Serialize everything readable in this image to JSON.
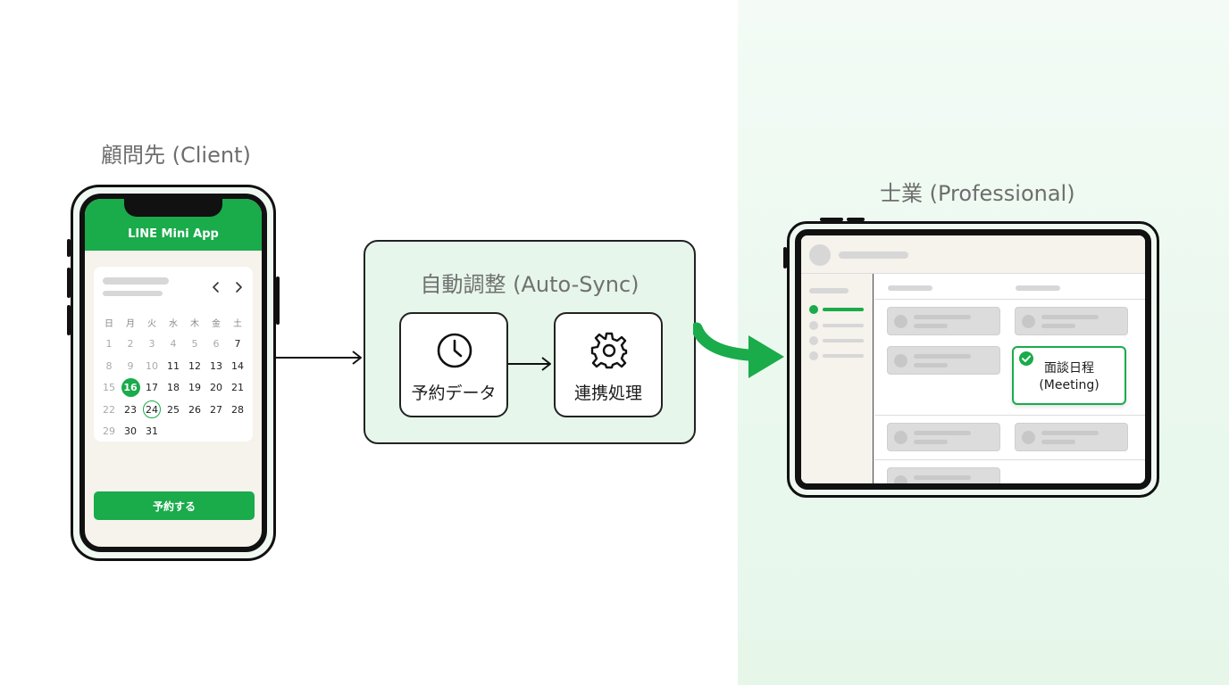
{
  "client": {
    "label": "顧問先 (Client)",
    "app_title": "LINE Mini App",
    "prev_icon": "chevron-left-icon",
    "next_icon": "chevron-right-icon",
    "weekdays": [
      "日",
      "月",
      "火",
      "水",
      "木",
      "金",
      "土"
    ],
    "days": [
      {
        "d": "1",
        "s": "muted"
      },
      {
        "d": "2",
        "s": "muted"
      },
      {
        "d": "3",
        "s": "muted"
      },
      {
        "d": "4",
        "s": "muted"
      },
      {
        "d": "5",
        "s": "muted"
      },
      {
        "d": "6",
        "s": "muted"
      },
      {
        "d": "7",
        "s": ""
      },
      {
        "d": "8",
        "s": "muted"
      },
      {
        "d": "9",
        "s": "muted"
      },
      {
        "d": "10",
        "s": "muted"
      },
      {
        "d": "11",
        "s": ""
      },
      {
        "d": "12",
        "s": ""
      },
      {
        "d": "13",
        "s": ""
      },
      {
        "d": "14",
        "s": ""
      },
      {
        "d": "15",
        "s": "muted"
      },
      {
        "d": "16",
        "s": "sel"
      },
      {
        "d": "17",
        "s": ""
      },
      {
        "d": "18",
        "s": ""
      },
      {
        "d": "19",
        "s": ""
      },
      {
        "d": "20",
        "s": ""
      },
      {
        "d": "21",
        "s": ""
      },
      {
        "d": "22",
        "s": "muted"
      },
      {
        "d": "23",
        "s": ""
      },
      {
        "d": "24",
        "s": "ring"
      },
      {
        "d": "25",
        "s": ""
      },
      {
        "d": "26",
        "s": ""
      },
      {
        "d": "27",
        "s": ""
      },
      {
        "d": "28",
        "s": ""
      },
      {
        "d": "29",
        "s": "muted"
      },
      {
        "d": "30",
        "s": ""
      },
      {
        "d": "31",
        "s": ""
      }
    ],
    "reserve_button": "予約する"
  },
  "sync": {
    "title": "自動調整 (Auto-Sync)",
    "data_box": {
      "label": "予約データ",
      "icon": "clock-icon"
    },
    "process_box": {
      "label": "連携処理",
      "icon": "gear-icon"
    }
  },
  "professional": {
    "label": "士業 (Professional)",
    "meeting_title": "面談日程",
    "meeting_subtitle": "(Meeting)",
    "meeting_icon": "check-circle-icon"
  },
  "colors": {
    "brand_green": "#1aab4b",
    "box_fill": "#e6f6ea",
    "outline": "#111111"
  }
}
